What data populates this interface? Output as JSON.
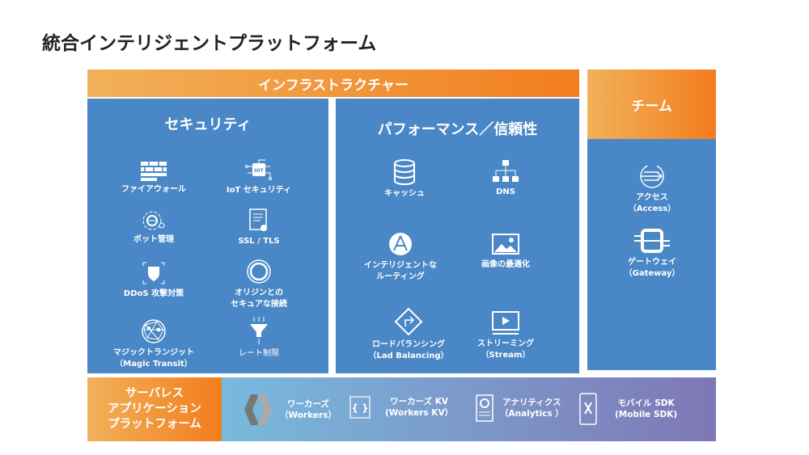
{
  "title": "統合インテリジェントプラットフォーム",
  "infrastructure": {
    "label": "インフラストラクチャー",
    "security": {
      "title": "セキュリティ",
      "items": [
        {
          "l1": "ファイアウォール",
          "icon": "firewall-icon"
        },
        {
          "l1": "IoT セキュリティ",
          "icon": "iot-icon"
        },
        {
          "l1": "ボット管理",
          "icon": "bot-icon"
        },
        {
          "l1": "SSL / TLS",
          "icon": "certificate-icon"
        },
        {
          "l1": "DDoS 攻撃対策",
          "icon": "shield-icon"
        },
        {
          "l1": "オリジンとの",
          "l2": "セキュアな接続",
          "icon": "ring-icon"
        },
        {
          "l1": "マジックトランジット",
          "l2": "（Magic Transit）",
          "icon": "network-globe-icon"
        },
        {
          "l1": "レート制限",
          "icon": "funnel-icon"
        }
      ]
    },
    "performance": {
      "title": "パフォーマンス／信頼性",
      "items": [
        {
          "l1": "キャッシュ",
          "icon": "database-icon"
        },
        {
          "l1": "DNS",
          "icon": "hierarchy-icon"
        },
        {
          "l1": "インテリジェントな",
          "l2": "ルーティング",
          "icon": "routing-icon"
        },
        {
          "l1": "画像の最適化",
          "icon": "image-icon"
        },
        {
          "l1": "ロードバランシング",
          "l2": "（Lad Balancing）",
          "icon": "load-balancing-icon"
        },
        {
          "l1": "ストリーミング",
          "l2": "（Stream）",
          "icon": "video-icon"
        }
      ]
    }
  },
  "team": {
    "label": "チーム",
    "items": [
      {
        "l1": "アクセス",
        "l2": "（Access）",
        "icon": "access-icon"
      },
      {
        "l1": "ゲートウェイ",
        "l2": "（Gateway）",
        "icon": "gateway-icon"
      }
    ]
  },
  "serverless": {
    "l1": "サーバレス",
    "l2": "アプリケーション",
    "l3": "プラットフォーム",
    "items": [
      {
        "l1": "ワーカーズ",
        "l2": "（Workers）",
        "icon": "workers-icon"
      },
      {
        "l1": "ワーカーズ KV",
        "l2": "(Workers KV）",
        "icon": "kv-icon"
      },
      {
        "l1": "アナリティクス",
        "l2": "（Analytics ）",
        "icon": "analytics-icon"
      },
      {
        "l1": "モバイル SDK",
        "l2": "(Mobile SDK)",
        "icon": "mobile-icon"
      }
    ]
  }
}
